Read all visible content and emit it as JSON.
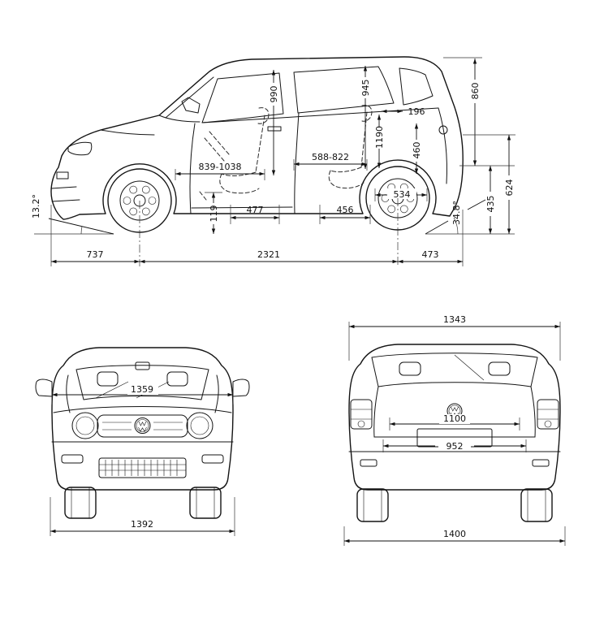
{
  "colors": {
    "line": "#141414",
    "background": "#ffffff"
  },
  "icons": {
    "front_badge": "vw-logo",
    "rear_badge": "vw-logo"
  },
  "dims": {
    "side": {
      "d990": "990",
      "d945": "945",
      "d196": "196",
      "d860": "860",
      "d1190": "1190",
      "d460": "460",
      "d839_1038": "839-1038",
      "d588_822": "588-822",
      "d534": "534",
      "a13_2": "13.2°",
      "d119": "119",
      "d477": "477",
      "d456": "456",
      "a34_8": "34.8°",
      "d435": "435",
      "d624": "624",
      "d737": "737",
      "d2321": "2321",
      "d473": "473"
    },
    "front": {
      "d1359": "1359",
      "d1392": "1392"
    },
    "rear": {
      "d1343": "1343",
      "d1100": "1100",
      "d952": "952",
      "d1400": "1400"
    }
  }
}
